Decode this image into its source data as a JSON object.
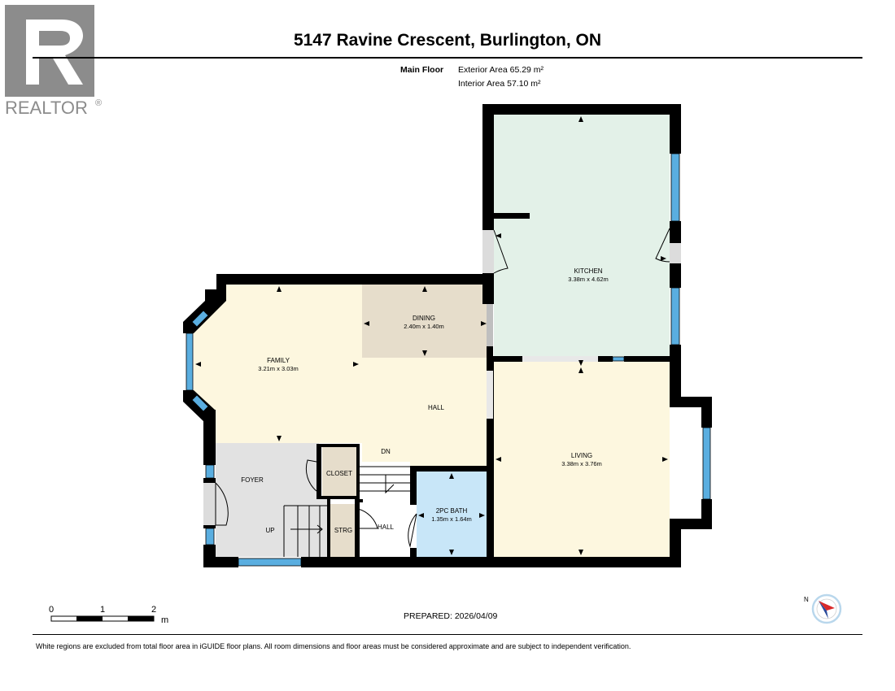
{
  "logo": {
    "text": "REALTOR",
    "mark": "®"
  },
  "header": {
    "title": "5147 Ravine Crescent, Burlington, ON"
  },
  "floor": {
    "label": "Main Floor",
    "exterior_area": "Exterior Area 65.29 m²",
    "interior_area": "Interior Area 57.10 m²"
  },
  "rooms": {
    "kitchen": {
      "name": "KITCHEN",
      "dims": "3.38m x 4.62m"
    },
    "dining": {
      "name": "DINING",
      "dims": "2.40m x 1.40m"
    },
    "family": {
      "name": "FAMILY",
      "dims": "3.21m x 3.03m"
    },
    "hall": {
      "name": "HALL"
    },
    "living": {
      "name": "LIVING",
      "dims": "3.38m x 3.76m"
    },
    "foyer": {
      "name": "FOYER"
    },
    "closet": {
      "name": "CLOSET"
    },
    "bath": {
      "name": "2PC BATH",
      "dims": "1.35m x 1.64m"
    },
    "strg": {
      "name": "STRG"
    },
    "hall2": {
      "name": "HALL"
    },
    "dn": {
      "name": "DN"
    },
    "up": {
      "name": "UP"
    }
  },
  "scale": {
    "ticks": [
      "0",
      "1",
      "2"
    ],
    "unit": "m"
  },
  "compass": {
    "label": "N"
  },
  "prepared": "PREPARED: 2026/04/09",
  "footer": "White regions are excluded from total floor area in iGUIDE floor plans. All room dimensions and floor areas must be considered approximate and are subject to independent verification.",
  "colors": {
    "kitchen": "#e3f1e8",
    "family": "#fdf7df",
    "dining": "#e6ddcb",
    "living": "#fdf7df",
    "foyer": "#e2e2e2",
    "bath": "#c8e6f8",
    "closet": "#e6ddcb",
    "window": "#5aaee0",
    "wall": "#000000"
  }
}
